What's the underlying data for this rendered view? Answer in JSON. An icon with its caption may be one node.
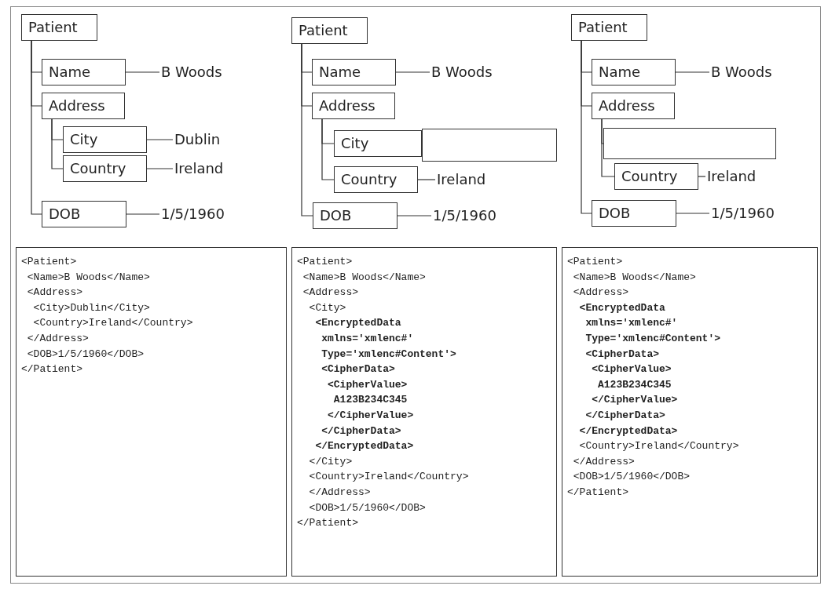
{
  "diagram": {
    "nodes": [
      {
        "text": [
          "Patient"
        ]
      },
      {
        "text": [
          "Name"
        ]
      },
      {
        "text": [
          "B Woods"
        ]
      },
      {
        "text": [
          "Address"
        ]
      },
      {
        "text": [
          "City"
        ]
      },
      {
        "text": [
          "Dublin"
        ]
      },
      {
        "text": [
          "Country"
        ]
      },
      {
        "text": [
          "Ireland"
        ]
      },
      {
        "text": [
          "DOB"
        ]
      },
      {
        "text": [
          "1/5/1960"
        ]
      },
      {
        "text": [
          "Patient"
        ]
      },
      {
        "text": [
          "Name"
        ]
      },
      {
        "text": [
          "B Woods"
        ]
      },
      {
        "text": [
          "Address"
        ]
      },
      {
        "text": [
          "City"
        ]
      },
      {
        "text": [],
        "shape": "box"
      },
      {
        "text": [
          "Country"
        ]
      },
      {
        "text": [
          "Ireland"
        ]
      },
      {
        "text": [
          "DOB"
        ]
      },
      {
        "text": [
          "1/5/1960"
        ]
      },
      {
        "text": [
          "Patient"
        ]
      },
      {
        "text": [
          "Name"
        ]
      },
      {
        "text": [
          "B Woods"
        ]
      },
      {
        "text": [
          "Address"
        ]
      },
      {
        "text": [],
        "shape": "box"
      },
      {
        "text": [
          "Country"
        ]
      },
      {
        "text": [
          "Ireland"
        ]
      },
      {
        "text": [
          "DOB"
        ]
      },
      {
        "text": [
          "1/5/1960"
        ]
      },
      {
        "text": [
          "<Patient>",
          "<Name>B Woods</Name>",
          "<Address>",
          "<City>Dublin</City>",
          "<Country>Ireland</Country>",
          "</Address>",
          "<DOB>1/5/1960</DOB>",
          "</Patient>"
        ]
      },
      {
        "text": [
          "<Patient>",
          "<Name>B Woods</Name>",
          "<Address>",
          "<City>",
          "**<EncryptedData**",
          "**xmlns='xmlenc#'**",
          "**Type='xmlenc#Content'>**",
          "**<CipherData>**",
          "**<CipherValue>**",
          "**A123B234C345**",
          "**</CipherValue>**",
          "**</CipherData>**",
          "**</EncryptedData>**",
          "</City>",
          "<Country>Ireland</Country>",
          "</Address>",
          "<DOB>1/5/1960</DOB>",
          "</Patient>"
        ]
      },
      {
        "text": [
          "<Patient>",
          "<Name>B Woods</Name>",
          "<Address>",
          "**<EncryptedData**",
          "**xmlns='xmlenc#'**",
          "**Type='xmlenc#Content'>**",
          "**<CipherData>**",
          "**<CipherValue>**",
          "**A123B234C345**",
          "**</CipherValue>**",
          "**</CipherData>**",
          "**</EncryptedData>**",
          "<Country>Ireland</Country>",
          "</Address>",
          "<DOB>1/5/1960</DOB>",
          "</Patient>"
        ]
      }
    ],
    "edges": [
      {
        "from": 0,
        "to": 1,
        "arrow": "none"
      },
      {
        "from": 0,
        "to": 3,
        "arrow": "none"
      },
      {
        "from": 0,
        "to": 8,
        "arrow": "none"
      },
      {
        "from": 1,
        "to": 2,
        "arrow": "none"
      },
      {
        "from": 3,
        "to": 4,
        "arrow": "none"
      },
      {
        "from": 3,
        "to": 6,
        "arrow": "none"
      },
      {
        "from": 4,
        "to": 5,
        "arrow": "none"
      },
      {
        "from": 6,
        "to": 7,
        "arrow": "none"
      },
      {
        "from": 8,
        "to": 9,
        "arrow": "none"
      },
      {
        "from": 10,
        "to": 11,
        "arrow": "none"
      },
      {
        "from": 10,
        "to": 13,
        "arrow": "none"
      },
      {
        "from": 10,
        "to": 18,
        "arrow": "none"
      },
      {
        "from": 11,
        "to": 12,
        "arrow": "none"
      },
      {
        "from": 13,
        "to": 14,
        "arrow": "none"
      },
      {
        "from": 13,
        "to": 16,
        "arrow": "none"
      },
      {
        "from": 16,
        "to": 17,
        "arrow": "none"
      },
      {
        "from": 18,
        "to": 19,
        "arrow": "none"
      },
      {
        "from": 20,
        "to": 21,
        "arrow": "none"
      },
      {
        "from": 20,
        "to": 23,
        "arrow": "none"
      },
      {
        "from": 20,
        "to": 27,
        "arrow": "none"
      },
      {
        "from": 21,
        "to": 22,
        "arrow": "none"
      },
      {
        "from": 23,
        "to": 24,
        "arrow": "none"
      },
      {
        "from": 23,
        "to": 25,
        "arrow": "none"
      },
      {
        "from": 25,
        "to": 26,
        "arrow": "none"
      },
      {
        "from": 27,
        "to": 28,
        "arrow": "none"
      }
    ]
  }
}
